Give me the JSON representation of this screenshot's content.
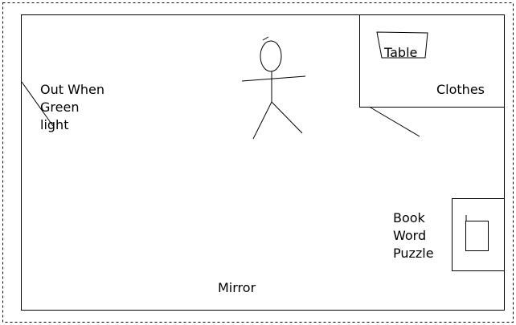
{
  "diagram": {
    "labels": {
      "exit_lines": [
        "Out When",
        "Green",
        "light"
      ],
      "table": "Table",
      "clothes": "Clothes",
      "desk_items": [
        "Book",
        "Word",
        "Puzzle"
      ],
      "mirror": "Mirror"
    },
    "colors": {
      "stroke": "#000000",
      "background": "#ffffff",
      "frame_dash": "#000000"
    }
  }
}
